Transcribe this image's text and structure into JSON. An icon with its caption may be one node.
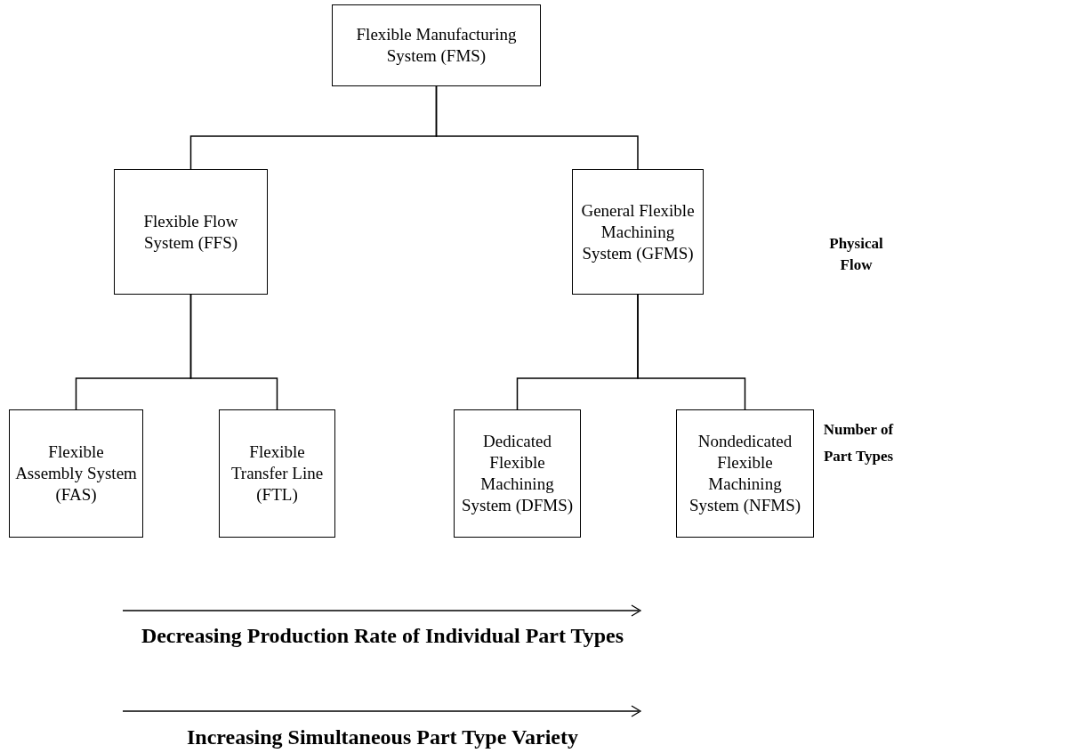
{
  "diagram": {
    "nodes": [
      {
        "text": [
          "Flexible Manufacturing System (FMS)"
        ]
      },
      {
        "text": [
          "Flexible Flow System (FFS)"
        ]
      },
      {
        "text": [
          "General Flexible Machining System (GFMS)"
        ]
      },
      {
        "text": [
          "Flexible Assembly System (FAS)"
        ]
      },
      {
        "text": [
          "Flexible Transfer Line (FTL)"
        ]
      },
      {
        "text": [
          "Dedicated Flexible Machining System (DFMS)"
        ]
      },
      {
        "text": [
          "Nondedicated Flexible Machining System (NFMS)"
        ]
      }
    ],
    "edges": [
      {
        "from": 0,
        "to": 1,
        "arrow": "none"
      },
      {
        "from": 0,
        "to": 2,
        "arrow": "none"
      },
      {
        "from": 1,
        "to": 3,
        "arrow": "none"
      },
      {
        "from": 1,
        "to": 4,
        "arrow": "none"
      },
      {
        "from": 2,
        "to": 5,
        "arrow": "none"
      },
      {
        "from": 2,
        "to": 6,
        "arrow": "none"
      }
    ],
    "labels": [
      "Physical Flow",
      "Number of Part Types",
      "Decreasing Production Rate of Individual Part Types",
      "Increasing Simultaneous Part Type Variety"
    ]
  }
}
